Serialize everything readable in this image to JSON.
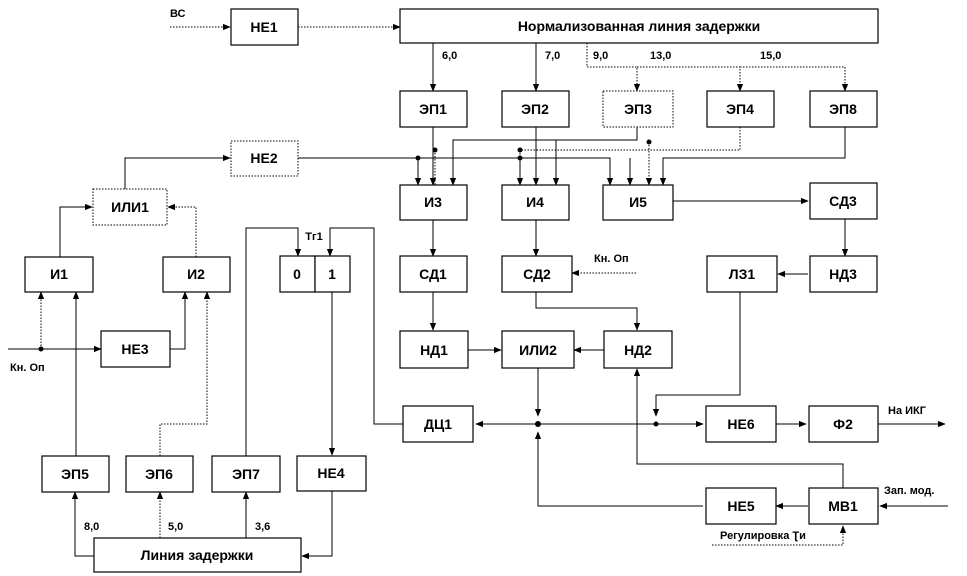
{
  "blocks": {
    "ne1": "НЕ1",
    "delay_top": "Нормализованная линия задержки",
    "ep1": "ЭП1",
    "ep2": "ЭП2",
    "ep3": "ЭП3",
    "ep4": "ЭП4",
    "ep8": "ЭП8",
    "ne2": "НЕ2",
    "ili1": "ИЛИ1",
    "i3": "И3",
    "i4": "И4",
    "i5": "И5",
    "sd3": "СД3",
    "i1": "И1",
    "i2": "И2",
    "trig_label": "Тг1",
    "trig0": "0",
    "trig1": "1",
    "sd1": "СД1",
    "sd2": "СД2",
    "lz1": "ЛЗ1",
    "nd3": "НД3",
    "ne3": "НЕ3",
    "nd1": "НД1",
    "ili2": "ИЛИ2",
    "nd2": "НД2",
    "dc1": "ДЦ1",
    "ne6": "НЕ6",
    "f2": "Ф2",
    "ep5": "ЭП5",
    "ep6": "ЭП6",
    "ep7": "ЭП7",
    "ne4": "НЕ4",
    "ne5": "НЕ5",
    "mv1": "МВ1",
    "delay_bottom": "Линия задержки"
  },
  "labels": {
    "vs": "ВС",
    "tap_6": "6,0",
    "tap_7": "7,0",
    "tap_9": "9,0",
    "tap_13": "13,0",
    "tap_15": "15,0",
    "kn_op_right": "Кн. Оп",
    "kn_op_left": "Кн. Оп",
    "na_ikg": "На ИКГ",
    "zap_mod": "Зап. мод.",
    "reg_ti": "Регулировка Ʈи",
    "tap_8": "8,0",
    "tap_5": "5,0",
    "tap_36": "3,6"
  }
}
